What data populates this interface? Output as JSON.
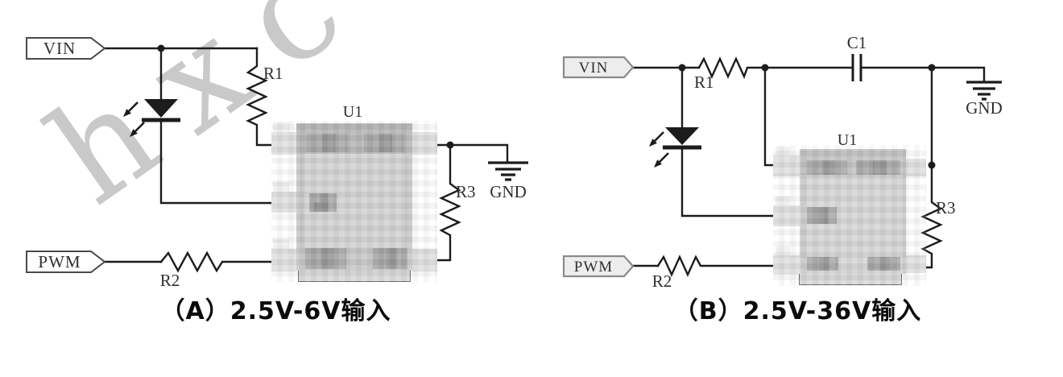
{
  "watermark": {
    "text": "hxc",
    "color": "#c9c9c9"
  },
  "colors": {
    "wire": "#1c1c1c",
    "label": "#2f2f2f",
    "chip_body": "#c8c8c8",
    "chip_block": "#9c9c9c",
    "flag_fill_a": "#ffffff",
    "flag_fill_b": "#ededed"
  },
  "circuits": [
    {
      "id": "A",
      "caption": "（A）2.5V-6V输入",
      "ports": {
        "vin": "VIN",
        "pwm": "PWM"
      },
      "components": {
        "r1": "R1",
        "r2": "R2",
        "r3": "R3",
        "u1": "U1",
        "gnd": "GND"
      }
    },
    {
      "id": "B",
      "caption": "（B）2.5V-36V输入",
      "ports": {
        "vin": "VIN",
        "pwm": "PWM"
      },
      "components": {
        "r1": "R1",
        "r2": "R2",
        "r3": "R3",
        "u1": "U1",
        "c1": "C1",
        "gnd": "GND"
      }
    }
  ]
}
